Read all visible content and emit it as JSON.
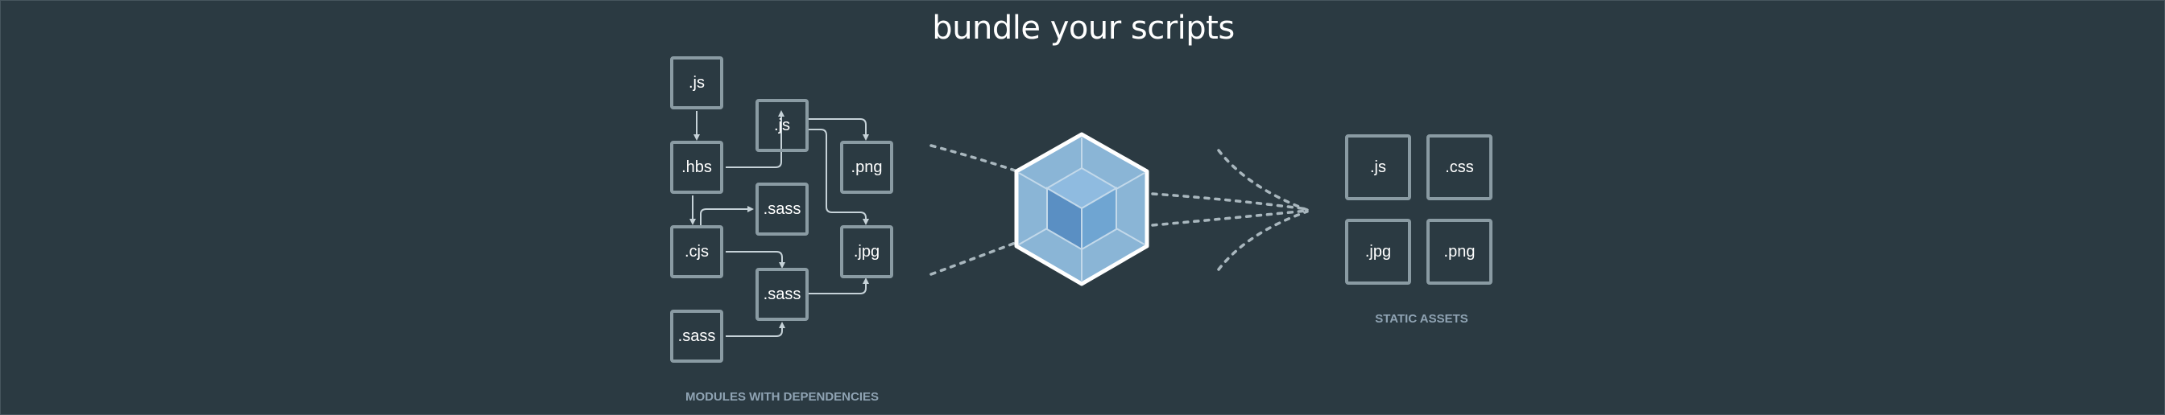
{
  "title": "bundle your scripts",
  "modules": {
    "caption": "MODULES WITH DEPENDENCIES",
    "boxes": [
      ".js",
      ".hbs",
      ".cjs",
      ".sass",
      ".js",
      ".sass",
      ".sass",
      ".png",
      ".jpg"
    ]
  },
  "assets": {
    "caption": "STATIC ASSETS",
    "boxes": [
      ".js",
      ".css",
      ".jpg",
      ".png"
    ]
  },
  "colors": {
    "background": "#2b3a42",
    "box_border": "#8a9ba3",
    "cube_light": "#8ab5d6",
    "cube_dark": "#5b9bd5",
    "caption": "#8fa3b3"
  },
  "icons": [
    "webpack-cube-icon"
  ]
}
